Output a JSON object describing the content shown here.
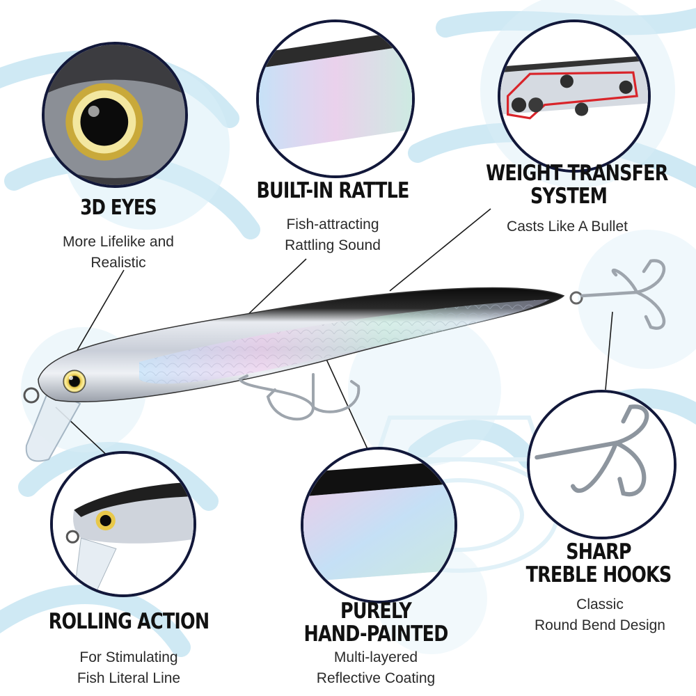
{
  "colors": {
    "circle_border": "#12183a",
    "background_pattern": "#cfe9f4",
    "title_text": "#111111",
    "desc_text": "#2a2a2a",
    "rattle_highlight": "#d9242a"
  },
  "features": {
    "eyes": {
      "title": "3D EYES",
      "line1": "More Lifelike and",
      "line2": "Realistic"
    },
    "rattle": {
      "title": "BUILT-IN RATTLE",
      "line1": "Fish-attracting",
      "line2": "Rattling Sound"
    },
    "weight": {
      "title_line1": "WEIGHT TRANSFER",
      "title_line2": "SYSTEM",
      "line1": "Casts Like A Bullet"
    },
    "rolling": {
      "title": "ROLLING ACTION",
      "line1": "For Stimulating",
      "line2": "Fish Literal Line"
    },
    "painted": {
      "title_line1": "PURELY",
      "title_line2": "HAND-PAINTED",
      "line1": "Multi-layered",
      "line2": "Reflective Coating"
    },
    "hooks": {
      "title_line1": "SHARP",
      "title_line2": "TREBLE HOOKS",
      "line1": "Classic",
      "line2": "Round Bend Design"
    }
  }
}
